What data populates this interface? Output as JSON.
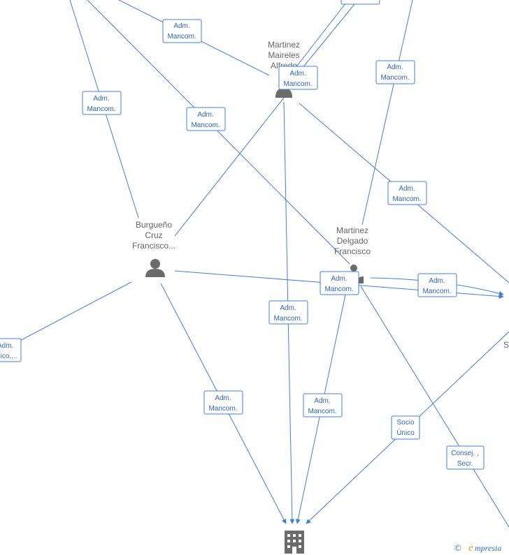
{
  "nodes": {
    "alfredo": {
      "lines": [
        "Martinez",
        "Maireles",
        "Alfredo"
      ]
    },
    "francisco_cruz": {
      "lines": [
        "Burgueño",
        "Cruz",
        "Francisco..."
      ]
    },
    "francisco_delgado": {
      "lines": [
        "Martinez",
        "Delgado",
        "Francisco"
      ]
    },
    "right_partial": {
      "lines": [
        "S"
      ]
    }
  },
  "edge_labels": [
    {
      "id": "l1",
      "lines": [
        "Adm.",
        "Mancom."
      ]
    },
    {
      "id": "l2",
      "lines": [
        "Adm.",
        "Mancom."
      ]
    },
    {
      "id": "l3",
      "lines": [
        "Adm.",
        "Mancom."
      ]
    },
    {
      "id": "l4",
      "lines": [
        "Adm.",
        "Mancom."
      ]
    },
    {
      "id": "l5",
      "lines": [
        "Adm.",
        "Mancom."
      ]
    },
    {
      "id": "l6",
      "lines": [
        "Adm.",
        "Mancom."
      ]
    },
    {
      "id": "l7",
      "lines": [
        "Adm.",
        "Mancom."
      ]
    },
    {
      "id": "l8",
      "lines": [
        "Adm.",
        "Mancom."
      ]
    },
    {
      "id": "l9",
      "lines": [
        "Adm.",
        "Mancom."
      ]
    },
    {
      "id": "l10",
      "lines": [
        "Adm.",
        "Mancom."
      ]
    },
    {
      "id": "l11",
      "lines": [
        "Adm.",
        "Mancom."
      ]
    },
    {
      "id": "l12",
      "lines": [
        "Socio",
        "Único"
      ]
    },
    {
      "id": "l13",
      "lines": [
        "Consej. ,",
        "Secr."
      ]
    },
    {
      "id": "l14",
      "lines": [
        "Adm.",
        "Apo.Manc,Soc.Único,..."
      ]
    }
  ],
  "footer": {
    "copyright": "©",
    "brand_initial": "e",
    "brand_rest": "mpresia"
  },
  "icons": {
    "person": "person-icon",
    "company": "building-icon"
  },
  "colors": {
    "edge": "#3f7fdc",
    "label_text": "#2e66c2",
    "node": "#6b6b6b"
  }
}
